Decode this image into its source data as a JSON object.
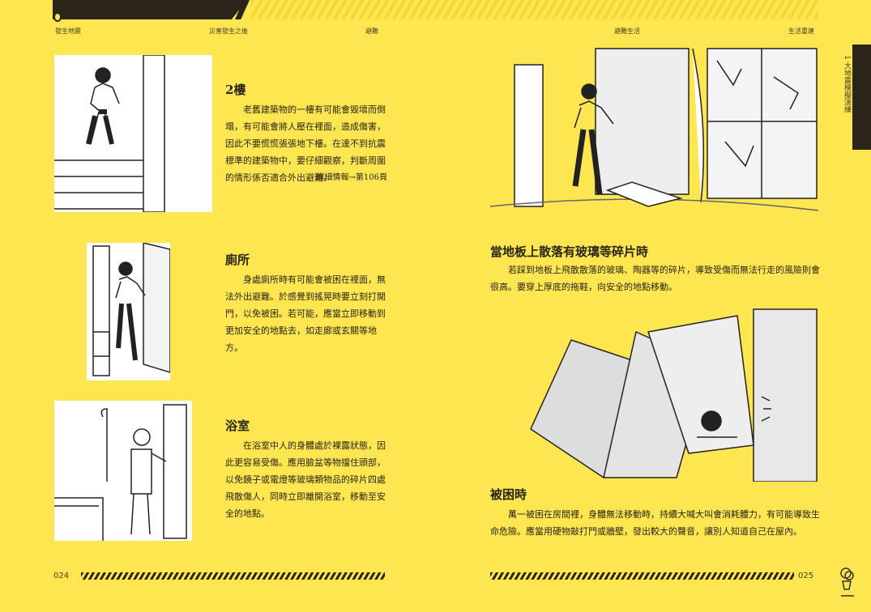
{
  "header": {
    "sections": [
      "發生地震",
      "災害發生之後",
      "避難",
      "避難生活",
      "生活重建"
    ]
  },
  "side_tab": {
    "label": "1 大地震模擬演練"
  },
  "left_page": {
    "page_number": "024",
    "blocks": [
      {
        "title": "2樓",
        "body": "老舊建築物的一樓有可能會毀壞而倒塌，有可能會將人壓在裡面，造成傷害，因此不要慌慌張張地下樓。在達不到抗震標準的建築物中，要仔細觀察，判斷周圍的情形係否適合外出避難。",
        "ref": "詳細情報→第106頁"
      },
      {
        "title": "廁所",
        "body": "身處廁所時有可能會被困在裡面，無法外出避難。於感覺到搖晃時要立刻打開門，以免被困。若可能，應當立即移動到更加安全的地點去，如走廊或玄關等地方。"
      },
      {
        "title": "浴室",
        "body": "在浴室中人的身體處於裸露狀態，因此更容易受傷。應用臉盆等物擋住頭部，以免鏡子或電燈等玻璃類物品的碎片四處飛散傷人，同時立即離開浴室，移動至安全的地點。"
      }
    ]
  },
  "right_page": {
    "page_number": "025",
    "blocks": [
      {
        "title": "當地板上散落有玻璃等碎片時",
        "body": "若踩到地板上飛散散落的玻璃、陶器等的碎片，導致受傷而無法行走的風險則會很高。要穿上厚底的拖鞋，向安全的地點移動。"
      },
      {
        "title": "被困時",
        "body": "萬一被困在房間裡，身體無法移動時，持續大喊大叫會消耗體力，有可能導致生命危險。應當用硬物敲打門或牆壁，發出較大的聲音，讓別人知道自己在屋內。"
      }
    ]
  }
}
